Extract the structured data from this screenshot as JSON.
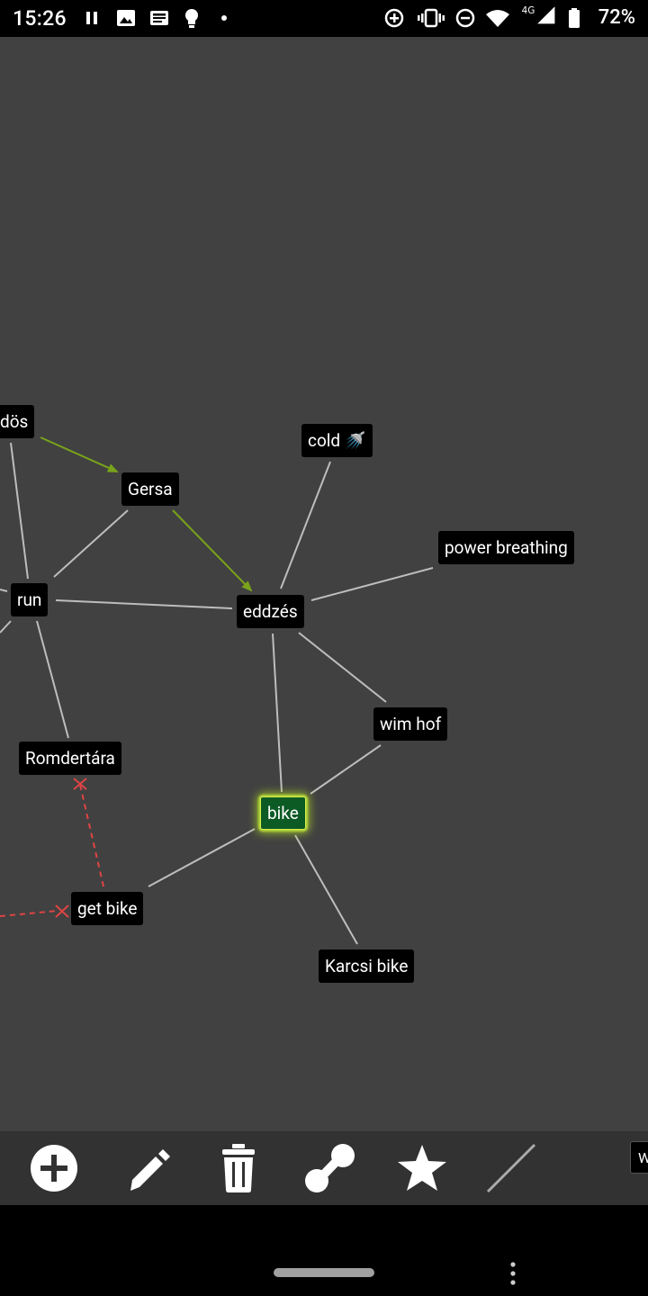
{
  "status_bar": {
    "time": "15:26",
    "network": "4G",
    "battery": "72%",
    "icons": [
      "pause-icon",
      "image-icon",
      "news-icon",
      "bulb-icon",
      "dot-icon",
      "data-saver-icon",
      "vibrate-icon",
      "do-not-disturb-icon",
      "wifi-icon",
      "signal-icon",
      "battery-icon"
    ]
  },
  "nodes": {
    "dos": "dös",
    "gersa": "Gersa",
    "cold": "cold 🚿",
    "power_breathing": "power breathing",
    "run": "run",
    "eddzes": "eddzés",
    "wim_hof": "wim hof",
    "romdertara": "Romdertára",
    "bike": "bike",
    "get_bike": "get bike",
    "karcsi_bike": "Karcsi bike"
  },
  "colors": {
    "canvas": "#414141",
    "edge": "#bdbdbd",
    "directed_edge": "#79a31a",
    "blocked_edge": "#e04444",
    "selected_node": "#0c5a24"
  },
  "toolbar": {
    "buttons": [
      "add-icon",
      "edit-pencil-icon",
      "delete-trash-icon",
      "connect-icon",
      "star-icon",
      "line-icon"
    ],
    "partial_label": "W"
  }
}
